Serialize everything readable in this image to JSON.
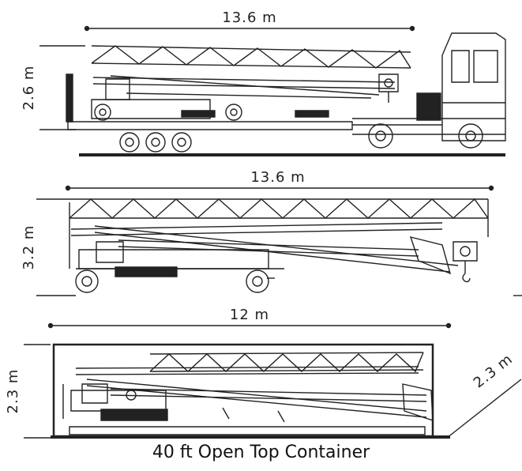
{
  "views": [
    {
      "id": "truck",
      "length_label": "13.6 m",
      "height_label": "2.6 m"
    },
    {
      "id": "crane",
      "length_label": "13.6 m",
      "height_label": "3.2 m"
    },
    {
      "id": "container",
      "length_label": "12 m",
      "height_label": "2.3 m",
      "width_label": "2.3 m"
    }
  ],
  "caption": "40 ft Open Top Container",
  "colors": {
    "ink": "#222222",
    "paper": "#ffffff"
  }
}
